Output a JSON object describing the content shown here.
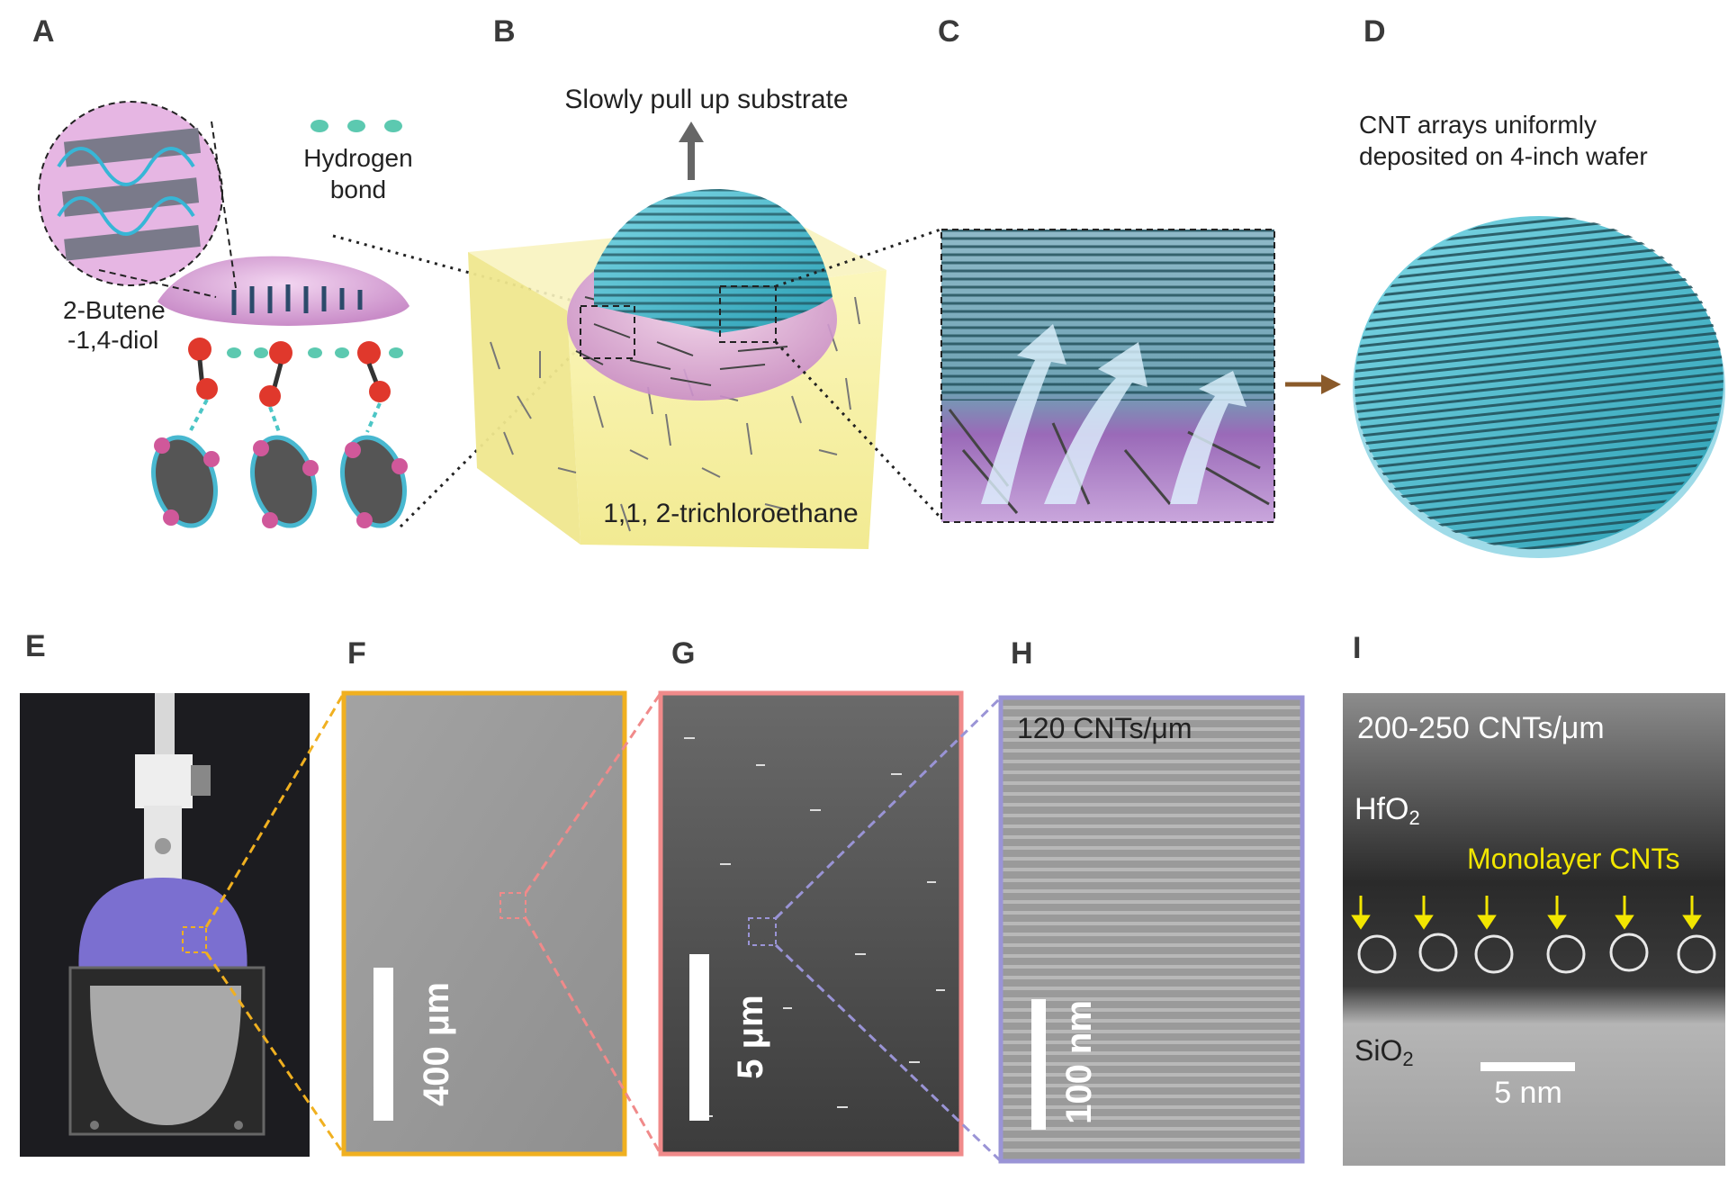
{
  "panels": {
    "A": {
      "label": "A",
      "legend_line1": "Hydrogen",
      "legend_line2": "bond",
      "molecule_line1": "2-Butene",
      "molecule_line2": "-1,4-diol"
    },
    "B": {
      "label": "B",
      "pull_text": "Slowly pull up substrate",
      "solvent_text": "1,1, 2-trichloroethane"
    },
    "C": {
      "label": "C"
    },
    "D": {
      "label": "D",
      "caption_line1": "CNT arrays uniformly",
      "caption_line2": "deposited on 4-inch wafer"
    },
    "E": {
      "label": "E"
    },
    "F": {
      "label": "F",
      "scale": "400 μm"
    },
    "G": {
      "label": "G",
      "scale": "5 μm"
    },
    "H": {
      "label": "H",
      "density": "120 CNTs/μm",
      "scale": "100 nm"
    },
    "I": {
      "label": "I",
      "density": "200-250 CNTs/μm",
      "top_layer": "HfO",
      "top_sub": "2",
      "cnt_label": "Monolayer CNTs",
      "bottom_layer": "SiO",
      "bottom_sub": "2",
      "scale": "5 nm"
    }
  },
  "colors": {
    "frame_F": "#f0b020",
    "frame_G": "#f08a8a",
    "frame_H": "#9a94d6",
    "arrow": "#8a5a2a",
    "cyan": "#4fbfd0",
    "pink": "#d9a0d6",
    "yellow_bath": "#f6f0a0"
  }
}
